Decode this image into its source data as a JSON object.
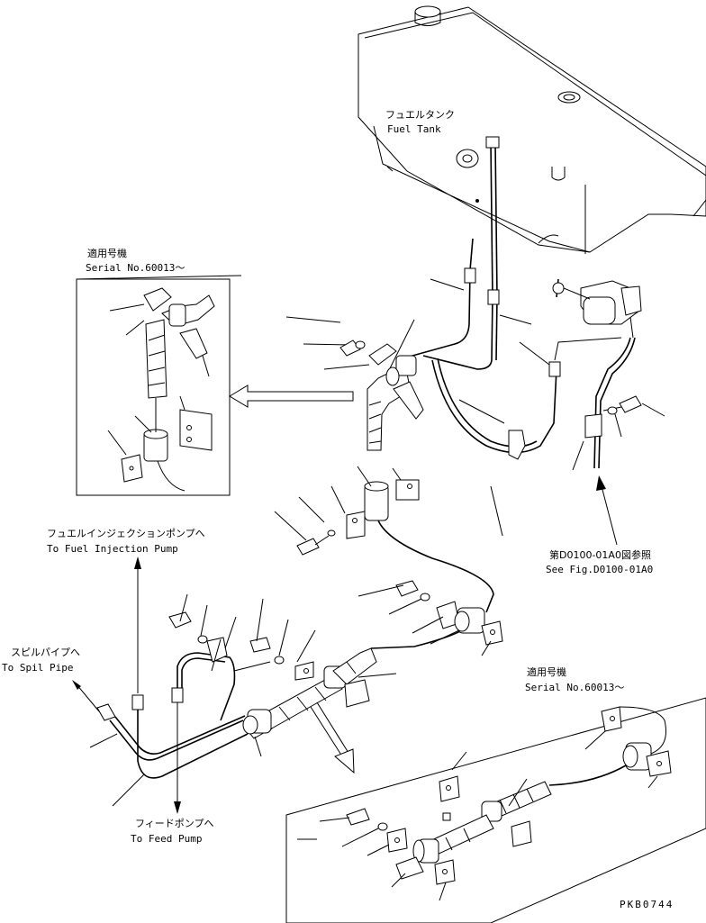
{
  "labels": {
    "fuel_tank_jp": "フュエルタンク",
    "fuel_tank_en": "Fuel Tank",
    "serial_jp_1": "適用号機",
    "serial_en_1": "Serial No.60013～",
    "serial_jp_2": "適用号機",
    "serial_en_2": "Serial No.60013～",
    "injection_jp": "フュエルインジェクションポンプへ",
    "injection_en": "To Fuel Injection Pump",
    "spill_jp": "スピルパイプへ",
    "spill_en": "To Spil Pipe",
    "feed_jp": "フィードポンプへ",
    "feed_en": "To Feed Pump",
    "see_fig_jp": "第D0100-01A0図参照",
    "see_fig_en": "See Fig.D0100-01A0",
    "drawing_no": "PKB0744"
  }
}
